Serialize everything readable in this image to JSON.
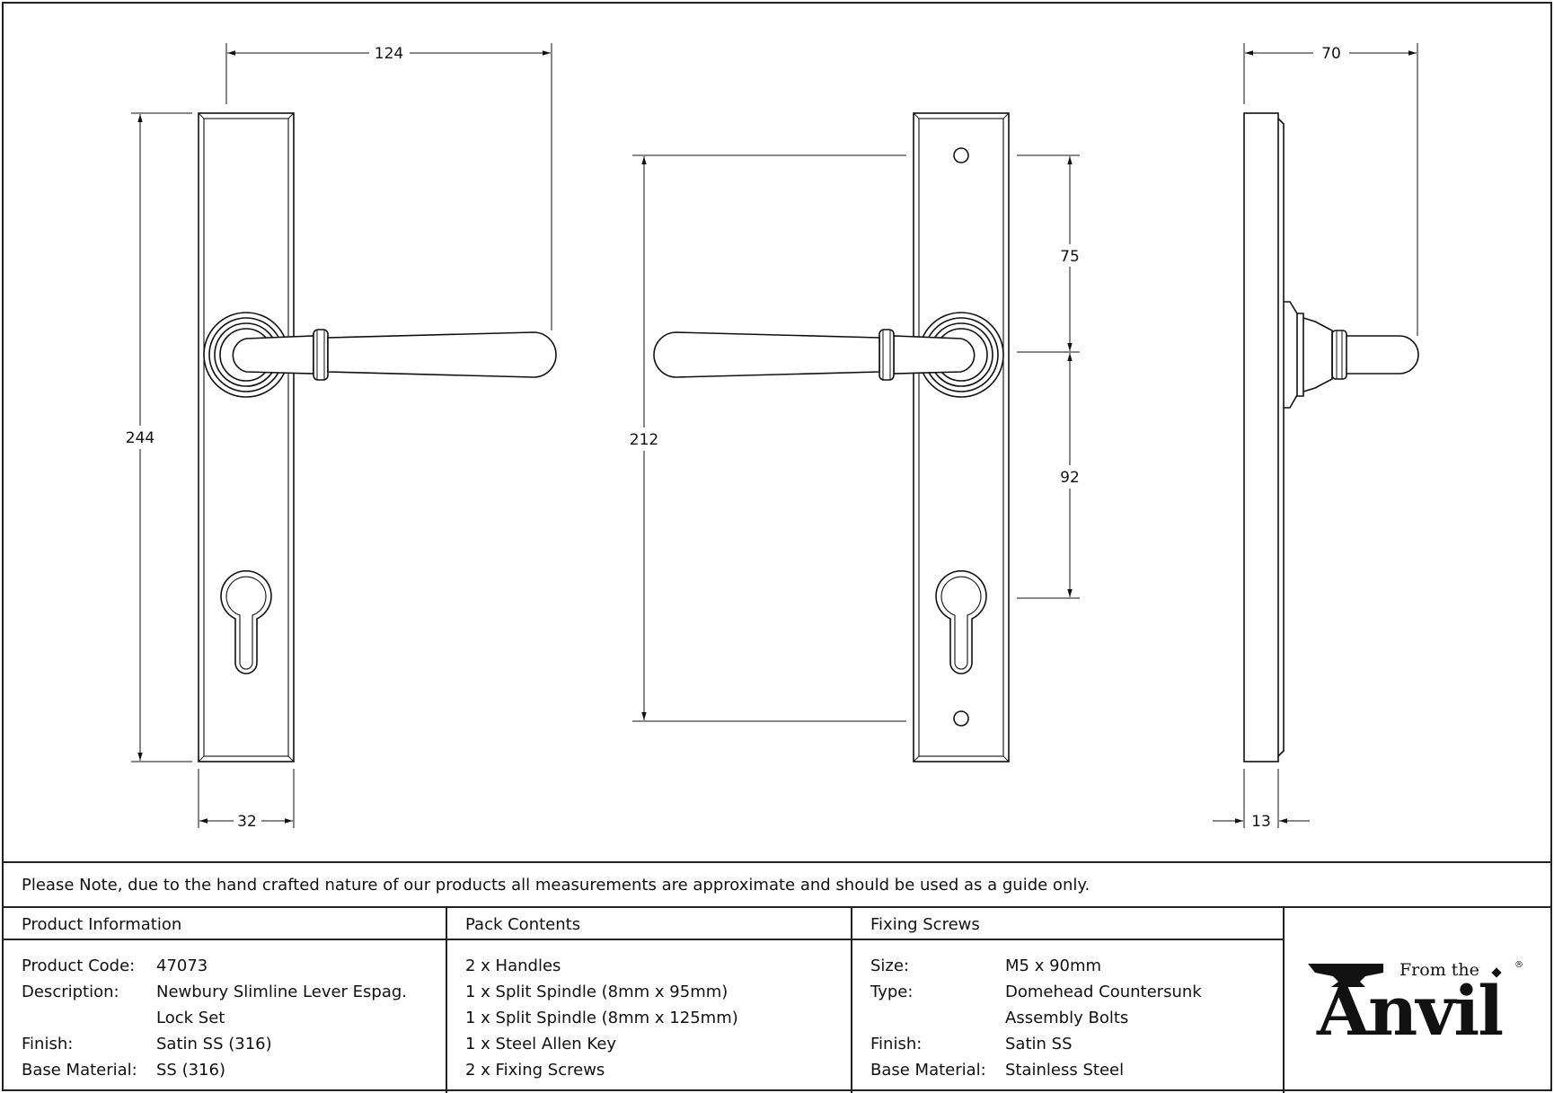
{
  "dimensions": {
    "overall_width": "124",
    "height": "244",
    "plate_width": "32",
    "fixing_centres": "212",
    "handle_to_top_fixing": "75",
    "handle_to_keyhole": "92",
    "projection": "70",
    "plate_depth": "13"
  },
  "note": "Please Note, due to the hand crafted nature of our products all measurements are approximate and should be used as a guide only.",
  "product_information": {
    "header": "Product Information",
    "rows": [
      {
        "label": "Product Code:",
        "value": "47073"
      },
      {
        "label": "Description:",
        "value": "Newbury Slimline Lever Espag."
      },
      {
        "label": "",
        "value": "Lock Set"
      },
      {
        "label": "Finish:",
        "value": "Satin SS (316)"
      },
      {
        "label": "Base Material:",
        "value": "SS (316)"
      }
    ]
  },
  "pack_contents": {
    "header": "Pack Contents",
    "items": [
      "2 x Handles",
      "1 x Split Spindle (8mm x 95mm)",
      "1 x Split Spindle (8mm x 125mm)",
      "1 x Steel Allen Key",
      "2 x Fixing Screws"
    ]
  },
  "fixing_screws": {
    "header": "Fixing Screws",
    "rows": [
      {
        "label": "Size:",
        "value": "M5 x 90mm"
      },
      {
        "label": "Type:",
        "value": "Domehead Countersunk"
      },
      {
        "label": "",
        "value": "Assembly Bolts"
      },
      {
        "label": "Finish:",
        "value": "Satin SS"
      },
      {
        "label": "Base Material:",
        "value": "Stainless Steel"
      }
    ]
  },
  "logo": {
    "from_the": "From the",
    "brand": "Anvil",
    "registered": "®"
  }
}
